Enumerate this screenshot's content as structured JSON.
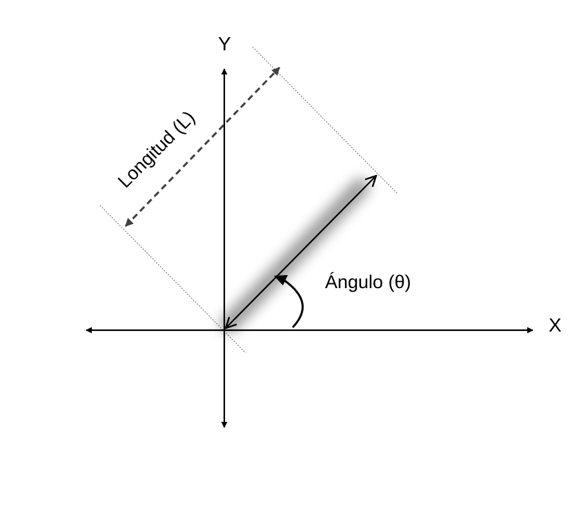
{
  "axes": {
    "x_label": "X",
    "y_label": "Y"
  },
  "vector": {
    "length_label": "Longitud (L)",
    "angle_label": "Ángulo (θ)",
    "angle_degrees": 45
  },
  "colors": {
    "line": "#000000",
    "dashed_dimension": "#404040",
    "guide": "#666666",
    "shadow": "#8a8a8a"
  },
  "icons": {
    "axis_arrowheads": "arrow-head",
    "angle_indicator": "curved-arrow"
  }
}
